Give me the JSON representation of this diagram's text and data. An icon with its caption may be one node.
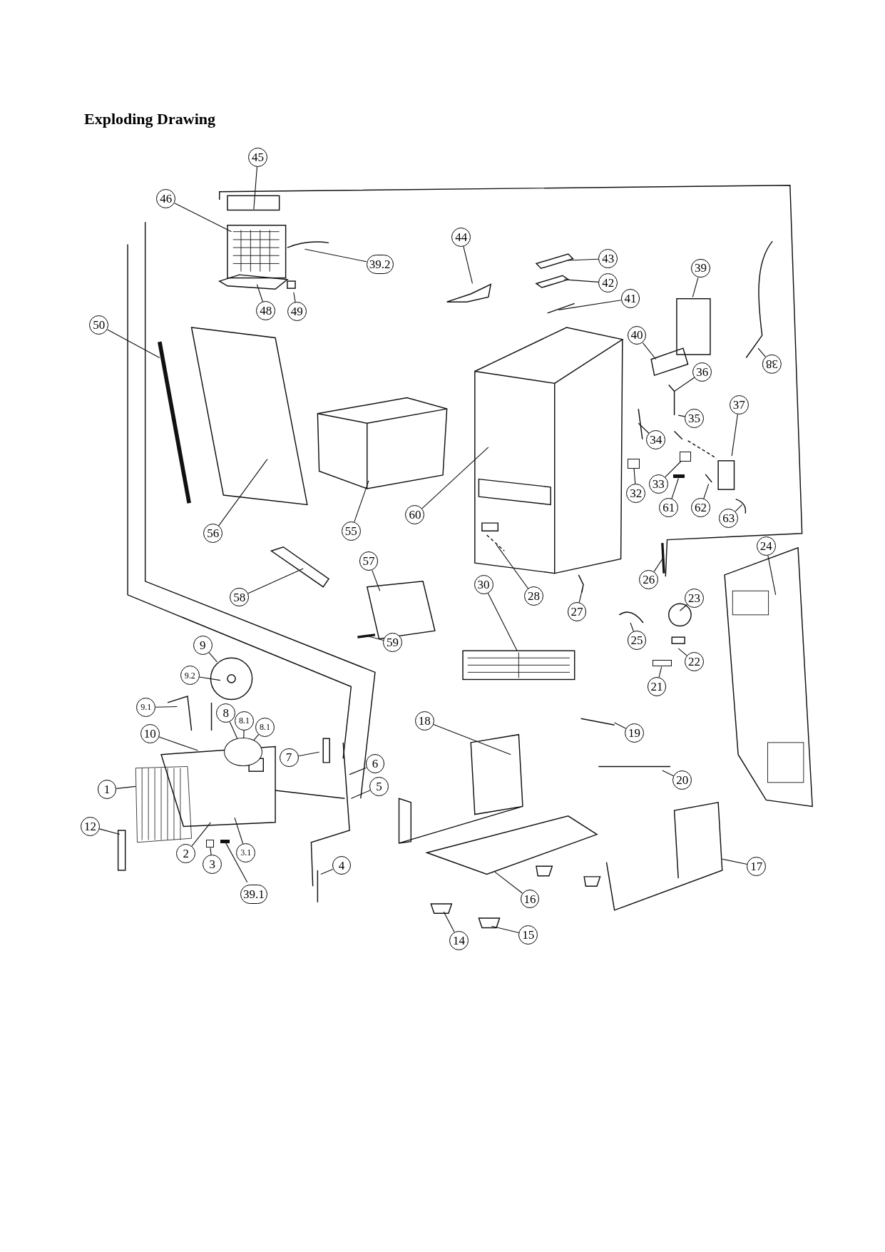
{
  "diagram": {
    "title": "Exploding Drawing",
    "nodes": [
      {
        "text": [
          "45"
        ]
      },
      {
        "text": [
          "46"
        ]
      },
      {
        "text": [
          "39.2"
        ]
      },
      {
        "text": [
          "48"
        ]
      },
      {
        "text": [
          "49"
        ]
      },
      {
        "text": [
          "44"
        ]
      },
      {
        "text": [
          "43"
        ]
      },
      {
        "text": [
          "42"
        ]
      },
      {
        "text": [
          "41"
        ]
      },
      {
        "text": [
          "39"
        ]
      },
      {
        "text": [
          "50"
        ]
      },
      {
        "text": [
          "40"
        ]
      },
      {
        "text": [
          "38"
        ]
      },
      {
        "text": [
          "36"
        ]
      },
      {
        "text": [
          "37"
        ]
      },
      {
        "text": [
          "35"
        ]
      },
      {
        "text": [
          "34"
        ]
      },
      {
        "text": [
          "32"
        ]
      },
      {
        "text": [
          "33"
        ]
      },
      {
        "text": [
          "61"
        ]
      },
      {
        "text": [
          "62"
        ]
      },
      {
        "text": [
          "63"
        ]
      },
      {
        "text": [
          "60"
        ]
      },
      {
        "text": [
          "55"
        ]
      },
      {
        "text": [
          "56"
        ]
      },
      {
        "text": [
          "24"
        ]
      },
      {
        "text": [
          "58"
        ]
      },
      {
        "text": [
          "57"
        ]
      },
      {
        "text": [
          "30"
        ]
      },
      {
        "text": [
          "28"
        ]
      },
      {
        "text": [
          "26"
        ]
      },
      {
        "text": [
          "23"
        ]
      },
      {
        "text": [
          "27"
        ]
      },
      {
        "text": [
          "25"
        ]
      },
      {
        "text": [
          "59"
        ]
      },
      {
        "text": [
          "22"
        ]
      },
      {
        "text": [
          "9"
        ]
      },
      {
        "text": [
          "9.2"
        ]
      },
      {
        "text": [
          "21"
        ]
      },
      {
        "text": [
          "9.1"
        ]
      },
      {
        "text": [
          "8"
        ]
      },
      {
        "text": [
          "8.1"
        ]
      },
      {
        "text": [
          "8.1"
        ]
      },
      {
        "text": [
          "18"
        ]
      },
      {
        "text": [
          "10"
        ]
      },
      {
        "text": [
          "19"
        ]
      },
      {
        "text": [
          "7"
        ]
      },
      {
        "text": [
          "6"
        ]
      },
      {
        "text": [
          "20"
        ]
      },
      {
        "text": [
          "1"
        ]
      },
      {
        "text": [
          "5"
        ]
      },
      {
        "text": [
          "12"
        ]
      },
      {
        "text": [
          "2"
        ]
      },
      {
        "text": [
          "3.1"
        ]
      },
      {
        "text": [
          "3"
        ]
      },
      {
        "text": [
          "4"
        ]
      },
      {
        "text": [
          "17"
        ]
      },
      {
        "text": [
          "39.1"
        ]
      },
      {
        "text": [
          "16"
        ]
      },
      {
        "text": [
          "15"
        ]
      },
      {
        "text": [
          "14"
        ]
      },
      {
        "text": [],
        "shape": "box"
      },
      {
        "text": [],
        "shape": "box"
      },
      {
        "text": [],
        "shape": "box"
      },
      {
        "text": [],
        "shape": "circle"
      },
      {
        "text": [],
        "shape": "box"
      },
      {
        "text": [],
        "shape": "bar"
      },
      {
        "text": [],
        "shape": "bar"
      }
    ],
    "edges": [
      {
        "from": 0,
        "to": null,
        "arrow": "none"
      },
      {
        "from": 1,
        "to": null,
        "arrow": "none"
      },
      {
        "from": 2,
        "to": null,
        "arrow": "none"
      },
      {
        "from": 3,
        "to": null,
        "arrow": "none"
      },
      {
        "from": 4,
        "to": null,
        "arrow": "none"
      },
      {
        "from": 5,
        "to": null,
        "arrow": "none"
      },
      {
        "from": 6,
        "to": null,
        "arrow": "none"
      },
      {
        "from": 7,
        "to": null,
        "arrow": "none"
      },
      {
        "from": 8,
        "to": null,
        "arrow": "none"
      },
      {
        "from": 9,
        "to": null,
        "arrow": "none"
      },
      {
        "from": 10,
        "to": null,
        "arrow": "none"
      },
      {
        "from": 11,
        "to": null,
        "arrow": "none"
      },
      {
        "from": 12,
        "to": null,
        "arrow": "none"
      },
      {
        "from": 13,
        "to": null,
        "arrow": "none"
      },
      {
        "from": 14,
        "to": null,
        "arrow": "none"
      },
      {
        "from": 15,
        "to": null,
        "arrow": "none"
      },
      {
        "from": 16,
        "to": null,
        "arrow": "none"
      },
      {
        "from": 17,
        "to": 61,
        "arrow": "none"
      },
      {
        "from": 18,
        "to": 62,
        "arrow": "none"
      },
      {
        "from": 19,
        "to": 67,
        "arrow": "none"
      },
      {
        "from": 20,
        "to": null,
        "arrow": "none"
      },
      {
        "from": 21,
        "to": null,
        "arrow": "none"
      },
      {
        "from": 22,
        "to": null,
        "arrow": "none"
      },
      {
        "from": 23,
        "to": null,
        "arrow": "none"
      },
      {
        "from": 24,
        "to": null,
        "arrow": "none"
      },
      {
        "from": 25,
        "to": null,
        "arrow": "none"
      },
      {
        "from": 26,
        "to": null,
        "arrow": "none"
      },
      {
        "from": 27,
        "to": null,
        "arrow": "none"
      },
      {
        "from": 28,
        "to": null,
        "arrow": "none"
      },
      {
        "from": 29,
        "to": null,
        "arrow": "none"
      },
      {
        "from": 30,
        "to": null,
        "arrow": "none"
      },
      {
        "from": 31,
        "to": null,
        "arrow": "none"
      },
      {
        "from": 32,
        "to": null,
        "arrow": "none"
      },
      {
        "from": 33,
        "to": null,
        "arrow": "none"
      },
      {
        "from": 34,
        "to": null,
        "arrow": "none"
      },
      {
        "from": 35,
        "to": null,
        "arrow": "none"
      },
      {
        "from": 36,
        "to": null,
        "arrow": "none"
      },
      {
        "from": 37,
        "to": null,
        "arrow": "none"
      },
      {
        "from": 38,
        "to": 63,
        "arrow": "none"
      },
      {
        "from": 39,
        "to": null,
        "arrow": "none"
      },
      {
        "from": 40,
        "to": 64,
        "arrow": "none"
      },
      {
        "from": 41,
        "to": 64,
        "arrow": "none"
      },
      {
        "from": 42,
        "to": 64,
        "arrow": "none"
      },
      {
        "from": 43,
        "to": null,
        "arrow": "none"
      },
      {
        "from": 44,
        "to": null,
        "arrow": "none"
      },
      {
        "from": 45,
        "to": null,
        "arrow": "none"
      },
      {
        "from": 46,
        "to": null,
        "arrow": "none"
      },
      {
        "from": 47,
        "to": null,
        "arrow": "none"
      },
      {
        "from": 48,
        "to": null,
        "arrow": "none"
      },
      {
        "from": 49,
        "to": null,
        "arrow": "none"
      },
      {
        "from": 50,
        "to": null,
        "arrow": "none"
      },
      {
        "from": 51,
        "to": null,
        "arrow": "none"
      },
      {
        "from": 52,
        "to": null,
        "arrow": "none"
      },
      {
        "from": 53,
        "to": null,
        "arrow": "none"
      },
      {
        "from": 54,
        "to": 65,
        "arrow": "none"
      },
      {
        "from": 55,
        "to": null,
        "arrow": "none"
      },
      {
        "from": 56,
        "to": null,
        "arrow": "none"
      },
      {
        "from": 57,
        "to": 66,
        "arrow": "none"
      },
      {
        "from": 58,
        "to": null,
        "arrow": "none"
      },
      {
        "from": 59,
        "to": null,
        "arrow": "none"
      },
      {
        "from": 60,
        "to": null,
        "arrow": "none"
      }
    ]
  }
}
